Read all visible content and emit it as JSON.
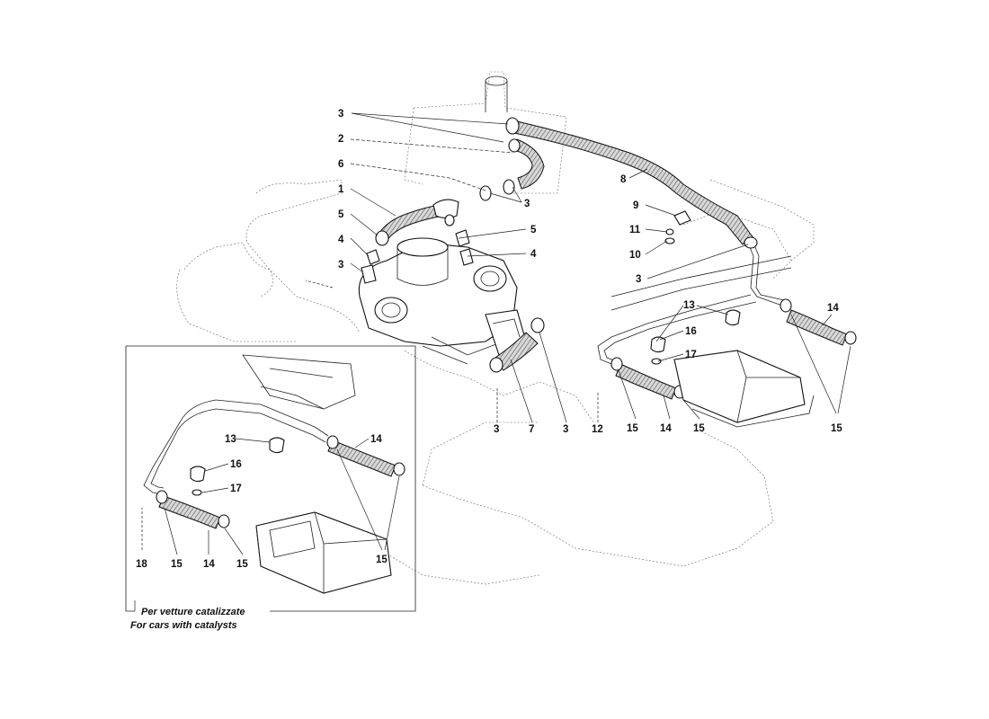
{
  "caption": {
    "line1": "Per vetture catalizzate",
    "line2": "For cars with catalysts"
  },
  "labels": {
    "main": [
      "3",
      "2",
      "6",
      "1",
      "3",
      "5",
      "4",
      "3",
      "5",
      "4",
      "8",
      "9",
      "11",
      "10",
      "3",
      "13",
      "16",
      "17",
      "14",
      "15",
      "3",
      "7",
      "3",
      "12",
      "15",
      "14",
      "15"
    ],
    "inset": [
      "13",
      "14",
      "16",
      "17",
      "18",
      "15",
      "14",
      "15",
      "15"
    ]
  }
}
